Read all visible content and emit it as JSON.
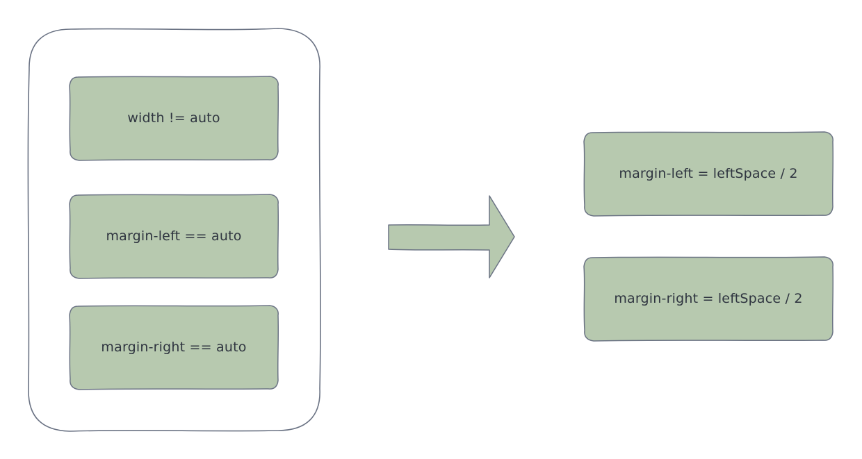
{
  "colors": {
    "box_fill": "#b7c9af",
    "box_stroke": "#6b7384",
    "container_stroke": "#6b7384",
    "arrow_fill": "#b7c9af",
    "text": "#2f3540",
    "background": "#ffffff"
  },
  "conditions": [
    {
      "label": "width != auto"
    },
    {
      "label": "margin-left == auto"
    },
    {
      "label": "margin-right == auto"
    }
  ],
  "results": [
    {
      "label": "margin-left = leftSpace / 2"
    },
    {
      "label": "margin-right = leftSpace / 2"
    }
  ]
}
